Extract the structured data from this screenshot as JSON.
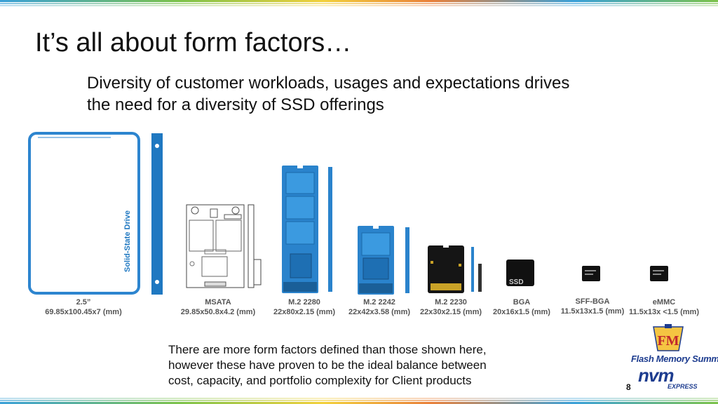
{
  "slide": {
    "title": "It’s all about form factors…",
    "subtitle_lines": [
      "Diversity of customer workloads, usages and expectations drives",
      "the need for a diversity of SSD offerings"
    ],
    "footnote_lines": [
      "There are more form factors defined than those shown here,",
      "however these have proven to be the ideal balance between",
      "cost, capacity, and portfolio complexity for Client products"
    ],
    "page_number": "8"
  },
  "form_factors": [
    {
      "name": "2.5”",
      "dims": "69.85x100.45x7 (mm)",
      "device_text": "Solid-State Drive"
    },
    {
      "name": "MSATA",
      "dims": "29.85x50.8x4.2 (mm)"
    },
    {
      "name": "M.2 2280",
      "dims": "22x80x2.15 (mm)"
    },
    {
      "name": "M.2 2242",
      "dims": "22x42x3.58 (mm)"
    },
    {
      "name": "M.2 2230",
      "dims": "22x30x2.15 (mm)"
    },
    {
      "name": "BGA",
      "dims": "20x16x1.5 (mm)",
      "device_text": "SSD"
    },
    {
      "name": "SFF-BGA",
      "dims": "11.5x13x1.5 (mm)"
    },
    {
      "name": "eMMC",
      "dims": "11.5x13x <1.5 (mm)"
    }
  ],
  "logos": {
    "fms_mark": "FM",
    "fms_name": "Flash Memory Summit",
    "nvm": "nvm",
    "express": "EXPRESS"
  },
  "colors": {
    "drive_blue": "#1f78c1",
    "drive_light": "#3b8fd6",
    "chip_black": "#111111",
    "logo_navy": "#1d3c8f"
  }
}
